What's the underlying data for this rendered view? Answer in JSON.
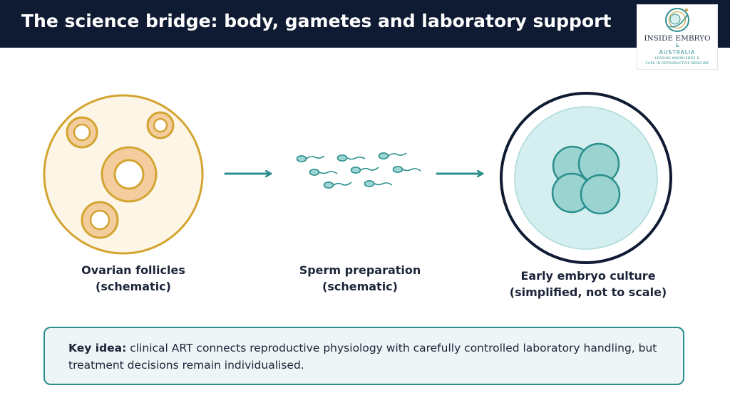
{
  "header": {
    "title": "The science bridge: body, gametes and laboratory support"
  },
  "logo": {
    "name": "INSIDE EMBRYO",
    "separator": "&",
    "country": "AUSTRALIA",
    "tagline_line1": "LEADING KNOWLEDGE &",
    "tagline_line2": "CARE IN REPRODUCTIVE MEDICINE"
  },
  "stages": {
    "ovary": {
      "line1": "Ovarian follicles",
      "line2": "(schematic)"
    },
    "sperm": {
      "line1": "Sperm preparation",
      "line2": "(schematic)"
    },
    "embryo": {
      "line1": "Early embryo culture",
      "line2": "(simplified, not to scale)"
    }
  },
  "key_idea": {
    "label": "Key idea:",
    "text": " clinical ART connects reproductive physiology with carefully controlled laboratory handling, but treatment decisions remain individualised."
  },
  "colors": {
    "header_bg": "#0f1b33",
    "ovary_outline": "#d4a431",
    "ovary_fill": "#fdf6e6",
    "follicle_fill": "#f3cd9d",
    "teal": "#2a8f8d",
    "sperm_fill": "#9ed6d3",
    "embryo_outer": "#0f1b33",
    "embryo_inner": "#d5eff0",
    "cell_fill": "#9ad3cf"
  }
}
